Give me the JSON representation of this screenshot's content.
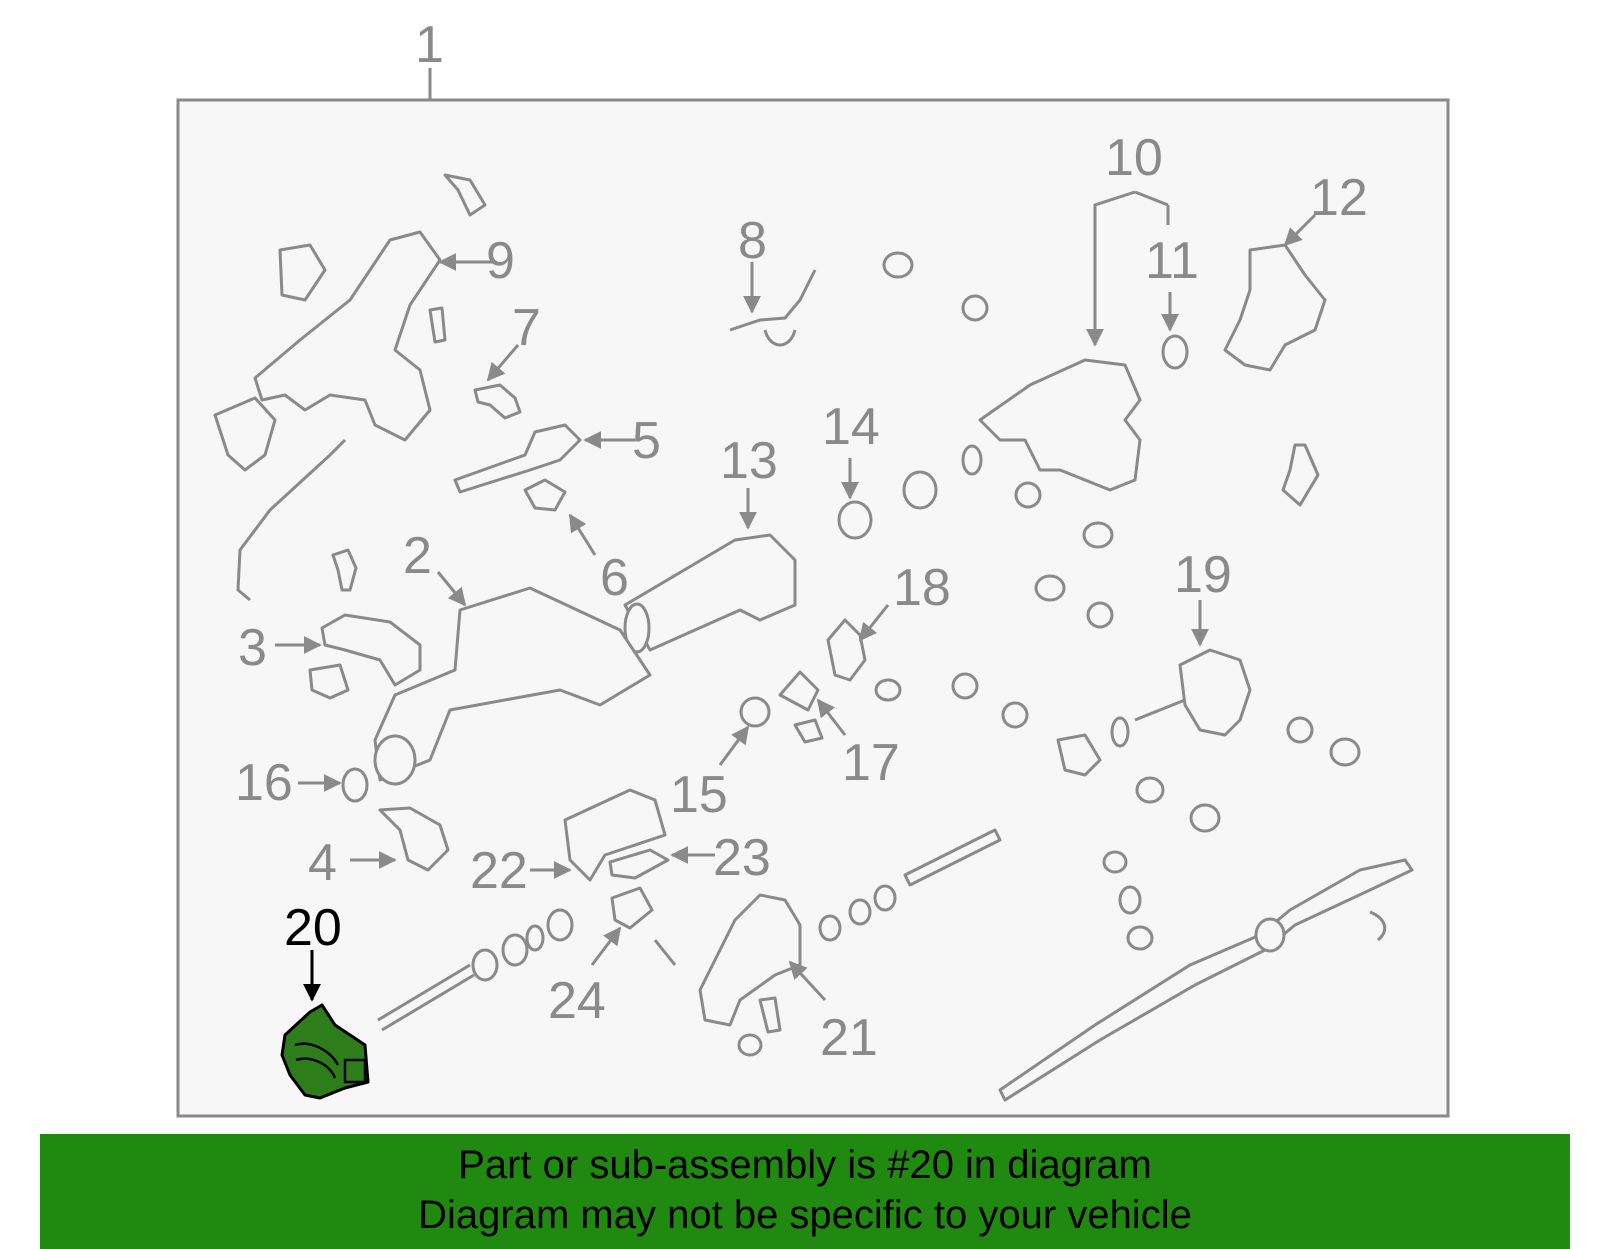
{
  "diagram": {
    "assembly_label": "1",
    "highlight_color": "#2e7d1b",
    "labels": [
      {
        "id": "l2",
        "text": "2"
      },
      {
        "id": "l3",
        "text": "3"
      },
      {
        "id": "l4",
        "text": "4"
      },
      {
        "id": "l5",
        "text": "5"
      },
      {
        "id": "l6",
        "text": "6"
      },
      {
        "id": "l7",
        "text": "7"
      },
      {
        "id": "l8",
        "text": "8"
      },
      {
        "id": "l9",
        "text": "9"
      },
      {
        "id": "l10",
        "text": "10"
      },
      {
        "id": "l11",
        "text": "11"
      },
      {
        "id": "l12",
        "text": "12"
      },
      {
        "id": "l13",
        "text": "13"
      },
      {
        "id": "l14",
        "text": "14"
      },
      {
        "id": "l15",
        "text": "15"
      },
      {
        "id": "l16",
        "text": "16"
      },
      {
        "id": "l17",
        "text": "17"
      },
      {
        "id": "l18",
        "text": "18"
      },
      {
        "id": "l19",
        "text": "19"
      },
      {
        "id": "l20",
        "text": "20"
      },
      {
        "id": "l21",
        "text": "21"
      },
      {
        "id": "l22",
        "text": "22"
      },
      {
        "id": "l23",
        "text": "23"
      },
      {
        "id": "l24",
        "text": "24"
      }
    ]
  },
  "banner": {
    "line1": "Part or sub-assembly is #20 in diagram",
    "line2": "Diagram may not be specific to your vehicle",
    "background": "#1f8a0f"
  }
}
